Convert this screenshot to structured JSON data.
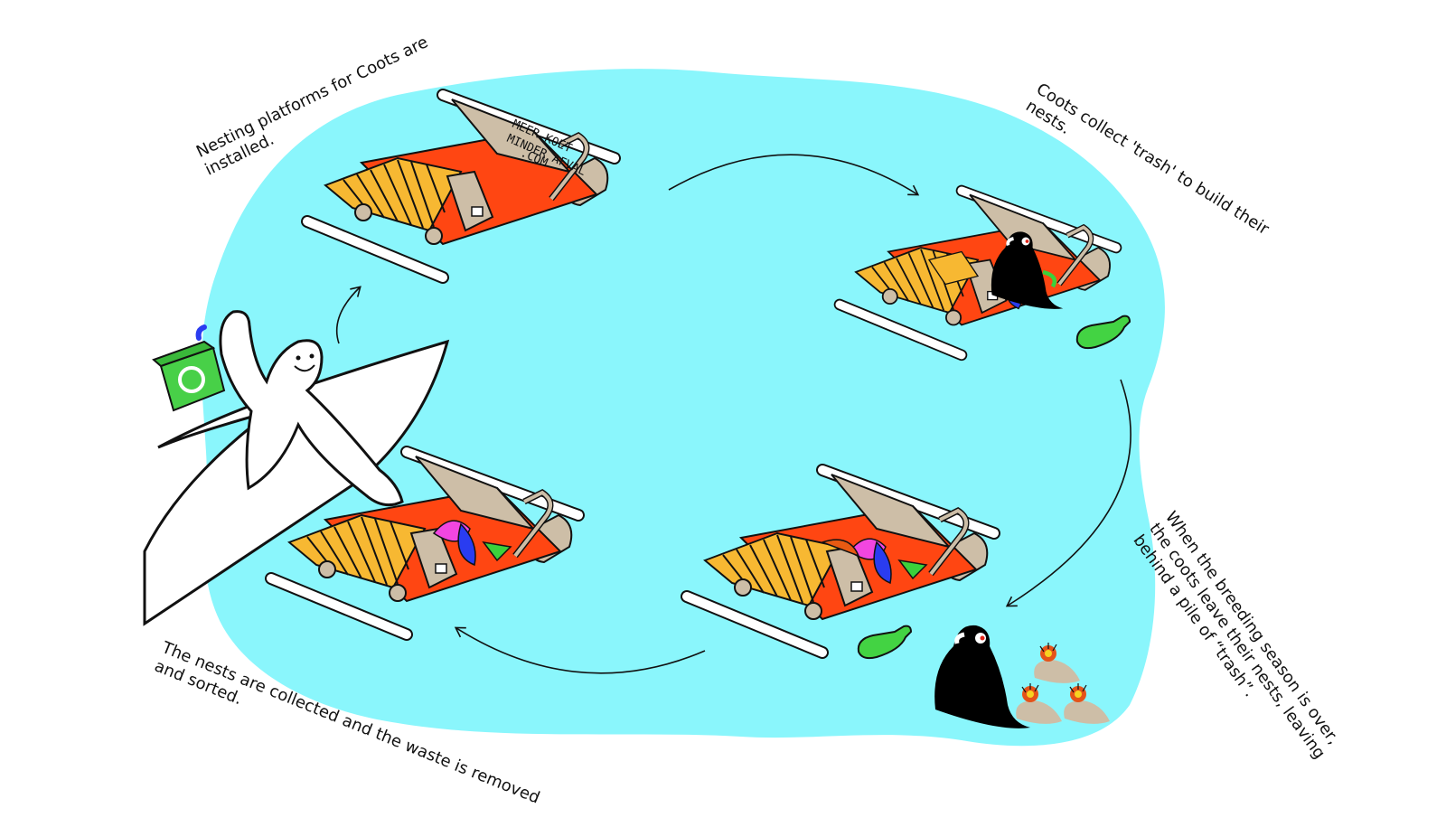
{
  "steps": [
    {
      "caption": "Nesting platforms for Coots are\ninstalled."
    },
    {
      "caption": "Coots collect 'trash' to build their\nnests."
    },
    {
      "caption": "When the breeding season is over,\nthe coots leave their nests, leaving\nbehind a pile of “trash”."
    },
    {
      "caption": "The nests are collected and the waste is removed\nand sorted."
    }
  ],
  "platform_sign": [
    "MEER KOET",
    "MINDER AFVAL",
    ".COM"
  ],
  "icons": [
    "nesting-platform",
    "coot-bird",
    "coot-chick",
    "bottle",
    "recycle-bin",
    "boat",
    "person",
    "cycle-arrow"
  ],
  "colors": {
    "water": "#8af6fc",
    "mat": "#ff4612",
    "float": "#f7b832",
    "sign": "#cdbea7",
    "recycle": "#48d048",
    "bottle": "#43d343",
    "coot": "#000000",
    "trash_pink": "#f246e0",
    "trash_blue": "#2a3cf0",
    "trash_green": "#3bd13b"
  }
}
